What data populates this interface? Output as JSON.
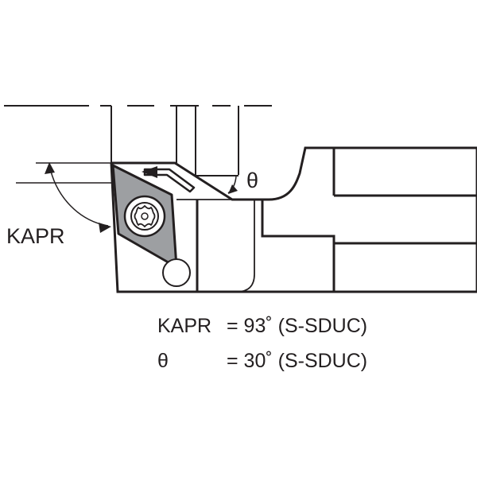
{
  "diagram": {
    "angle_label_left": "KAPR",
    "angle_label_right": "θ",
    "spec_line_1": {
      "name": "KAPR",
      "eq": "= 93˚ (S-SDUC)"
    },
    "spec_line_2": {
      "name": "θ",
      "eq": "= 30˚ (S-SDUC)"
    },
    "colors": {
      "line": "#231f20",
      "insert": "#9d9fa2",
      "background": "#ffffff"
    }
  }
}
